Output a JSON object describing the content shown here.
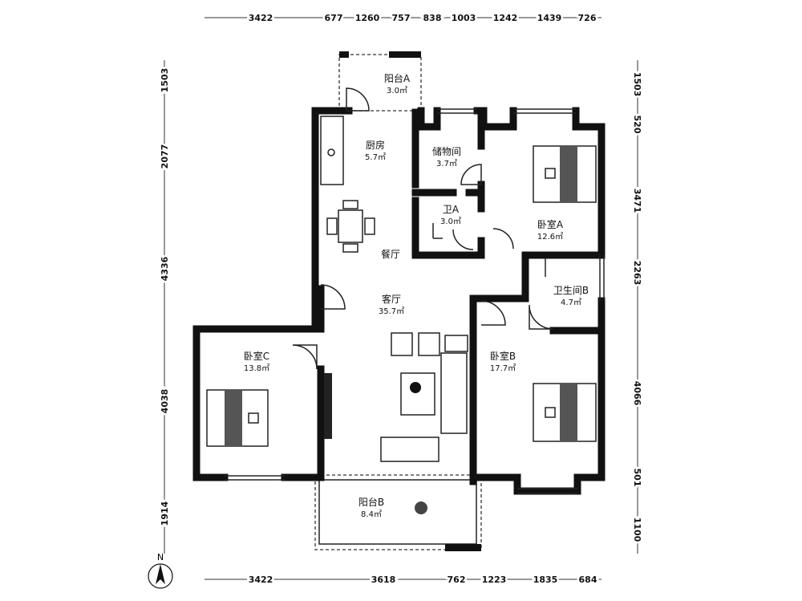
{
  "rooms": {
    "balcony_a": {
      "name": "阳台A",
      "area": "3.0㎡"
    },
    "kitchen": {
      "name": "厨房",
      "area": "5.7㎡"
    },
    "storage": {
      "name": "储物间",
      "area": "3.7㎡"
    },
    "bath_a": {
      "name": "卫A",
      "area": "3.0㎡"
    },
    "bedroom_a": {
      "name": "卧室A",
      "area": "12.6㎡"
    },
    "dining": {
      "name": "餐厅"
    },
    "living": {
      "name": "客厅",
      "area": "35.7㎡"
    },
    "bath_b": {
      "name": "卫生间B",
      "area": "4.7㎡"
    },
    "bedroom_c": {
      "name": "卧室C",
      "area": "13.8㎡"
    },
    "bedroom_b": {
      "name": "卧室B",
      "area": "17.7㎡"
    },
    "balcony_b": {
      "name": "阳台B",
      "area": "8.4㎡"
    }
  },
  "dimensions": {
    "top": [
      "3422",
      "677",
      "1260",
      "757",
      "838",
      "1003",
      "1242",
      "1439",
      "726"
    ],
    "bottom": [
      "3422",
      "3618",
      "762",
      "1223",
      "1835",
      "684"
    ],
    "left": [
      "1503",
      "2077",
      "4336",
      "4038",
      "1914"
    ],
    "right": [
      "1503",
      "520",
      "3471",
      "2263",
      "4066",
      "501",
      "1100"
    ]
  },
  "compass": {
    "label": "N"
  }
}
